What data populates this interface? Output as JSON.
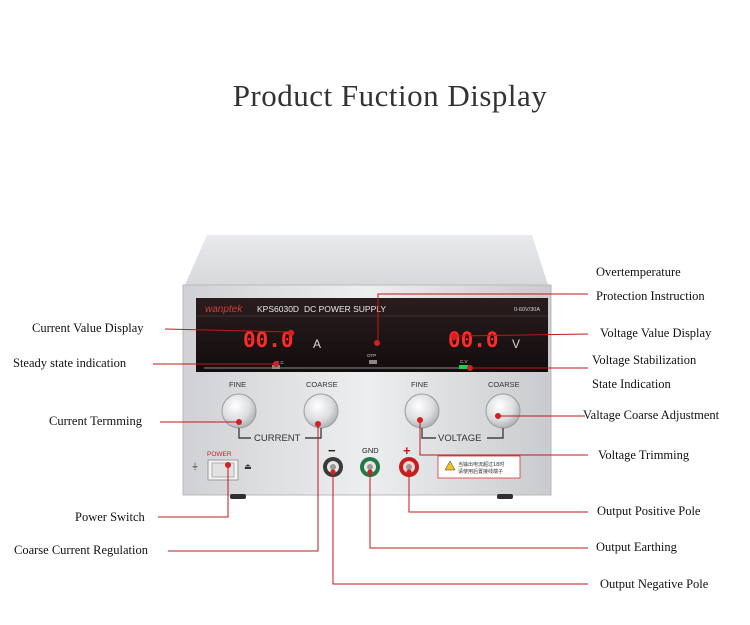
{
  "title": "Product Fuction Display",
  "device": {
    "brand": "wanptek",
    "model": "KPS6030D",
    "subtitle": "DC POWER SUPPLY",
    "rating": "0-60V/30A",
    "current_reading": "00.0",
    "current_unit": "A",
    "voltage_reading": "00.0",
    "voltage_unit": "V",
    "cc_label": "C.C",
    "otp_label": "OTP",
    "cv_label": "C.V",
    "knob_fine_1": "FINE",
    "knob_coarse_1": "COARSE",
    "knob_fine_2": "FINE",
    "knob_coarse_2": "COARSE",
    "current_group": "CURRENT",
    "voltage_group": "VOLTAGE",
    "power_label": "POWER",
    "minus": "−",
    "gnd": "GND",
    "plus": "+",
    "warning_line1": "当输出电流超过18时",
    "warning_line2": "请使用后置接线端子"
  },
  "callouts": {
    "current_value_display": "Current Value Display",
    "steady_state": "Steady state indication",
    "current_trimming": "Current Termming",
    "power_switch": "Power Switch",
    "coarse_current": "Coarse Current Regulation",
    "overtemp_1": "Overtemperature",
    "overtemp_2": "Protection Instruction",
    "voltage_value_display": "Voltage Value Display",
    "voltage_stab_1": "Voltage Stabilization",
    "voltage_stab_2": "State Indication",
    "voltage_coarse": "Valtage Coarse Adjustment",
    "voltage_trimming": "Voltage Trimming",
    "output_positive": "Output Positive Pole",
    "output_earthing": "Output Earthing",
    "output_negative": "Output Negative Pole"
  },
  "colors": {
    "accent_red": "#cc1f1f",
    "display_bg": "#1b1414",
    "digit_red": "#ff2a2a",
    "panel_gray": "#e6e7e9"
  }
}
